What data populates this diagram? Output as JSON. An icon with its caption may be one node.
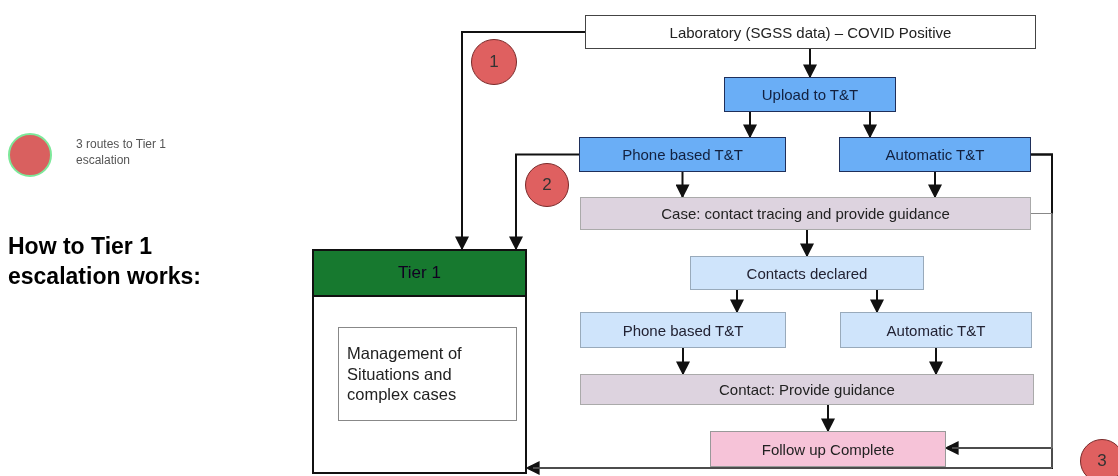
{
  "diagram": {
    "title": "How to Tier 1 escalation works:",
    "nodes": [
      {
        "text": [
          "Laboratory (SGSS data) – COVID Positive"
        ]
      },
      {
        "text": [
          "Upload to T&T"
        ]
      },
      {
        "text": [
          "Phone based T&T"
        ]
      },
      {
        "text": [
          "Automatic T&T"
        ]
      },
      {
        "text": [
          "Case: contact tracing and provide guidance"
        ]
      },
      {
        "text": [
          "Contacts declared"
        ]
      },
      {
        "text": [
          "Phone based T&T"
        ]
      },
      {
        "text": [
          "Automatic T&T"
        ]
      },
      {
        "text": [
          "Contact: Provide guidance"
        ]
      },
      {
        "text": [
          "Follow up Complete"
        ]
      },
      {
        "text": [
          "Tier 1"
        ]
      },
      {
        "text": [
          "Management of Situations and complex cases"
        ],
        "in": 10
      },
      {
        "text": [
          "1"
        ]
      },
      {
        "text": [
          "2"
        ]
      },
      {
        "text": [
          "3"
        ]
      }
    ],
    "edges": [
      {
        "from": 0,
        "to": 1,
        "arrow": "to"
      },
      {
        "from": 0,
        "to": 10,
        "arrow": "to"
      },
      {
        "from": 1,
        "to": 2,
        "arrow": "to"
      },
      {
        "from": 1,
        "to": 3,
        "arrow": "to"
      },
      {
        "from": 2,
        "to": 10,
        "arrow": "to"
      },
      {
        "from": 2,
        "to": 4,
        "arrow": "to"
      },
      {
        "from": 3,
        "to": 4,
        "arrow": "to"
      },
      {
        "from": 4,
        "to": 5,
        "arrow": "to"
      },
      {
        "from": 5,
        "to": 6,
        "arrow": "to"
      },
      {
        "from": 5,
        "to": 7,
        "arrow": "to"
      },
      {
        "from": 6,
        "to": 8,
        "arrow": "to"
      },
      {
        "from": 7,
        "to": 8,
        "arrow": "to"
      },
      {
        "from": 8,
        "to": 9,
        "arrow": "to"
      },
      {
        "from": 3,
        "to": 10,
        "arrow": "to"
      },
      {
        "from": 3,
        "to": 9,
        "arrow": "to"
      },
      {
        "from": 4,
        "to": 10,
        "arrow": "to",
        "color": "#888888"
      },
      {
        "from": 4,
        "to": 9,
        "arrow": "to",
        "color": "#888888"
      }
    ],
    "legend": [
      {
        "text": "3 routes to Tier 1 escalation",
        "color": "#d9605f"
      }
    ]
  }
}
